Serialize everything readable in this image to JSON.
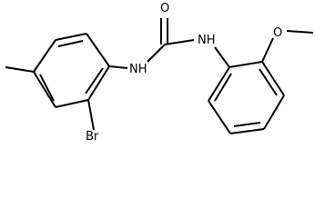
{
  "molecule": {
    "atoms": {
      "oxygen_carbonyl": "O",
      "nh_left": "NH",
      "nh_right": "NH",
      "oxygen_methoxy": "O",
      "bromine": "Br"
    },
    "colors": {
      "bond": "#000000",
      "label": "#000000",
      "background": "#ffffff"
    }
  }
}
